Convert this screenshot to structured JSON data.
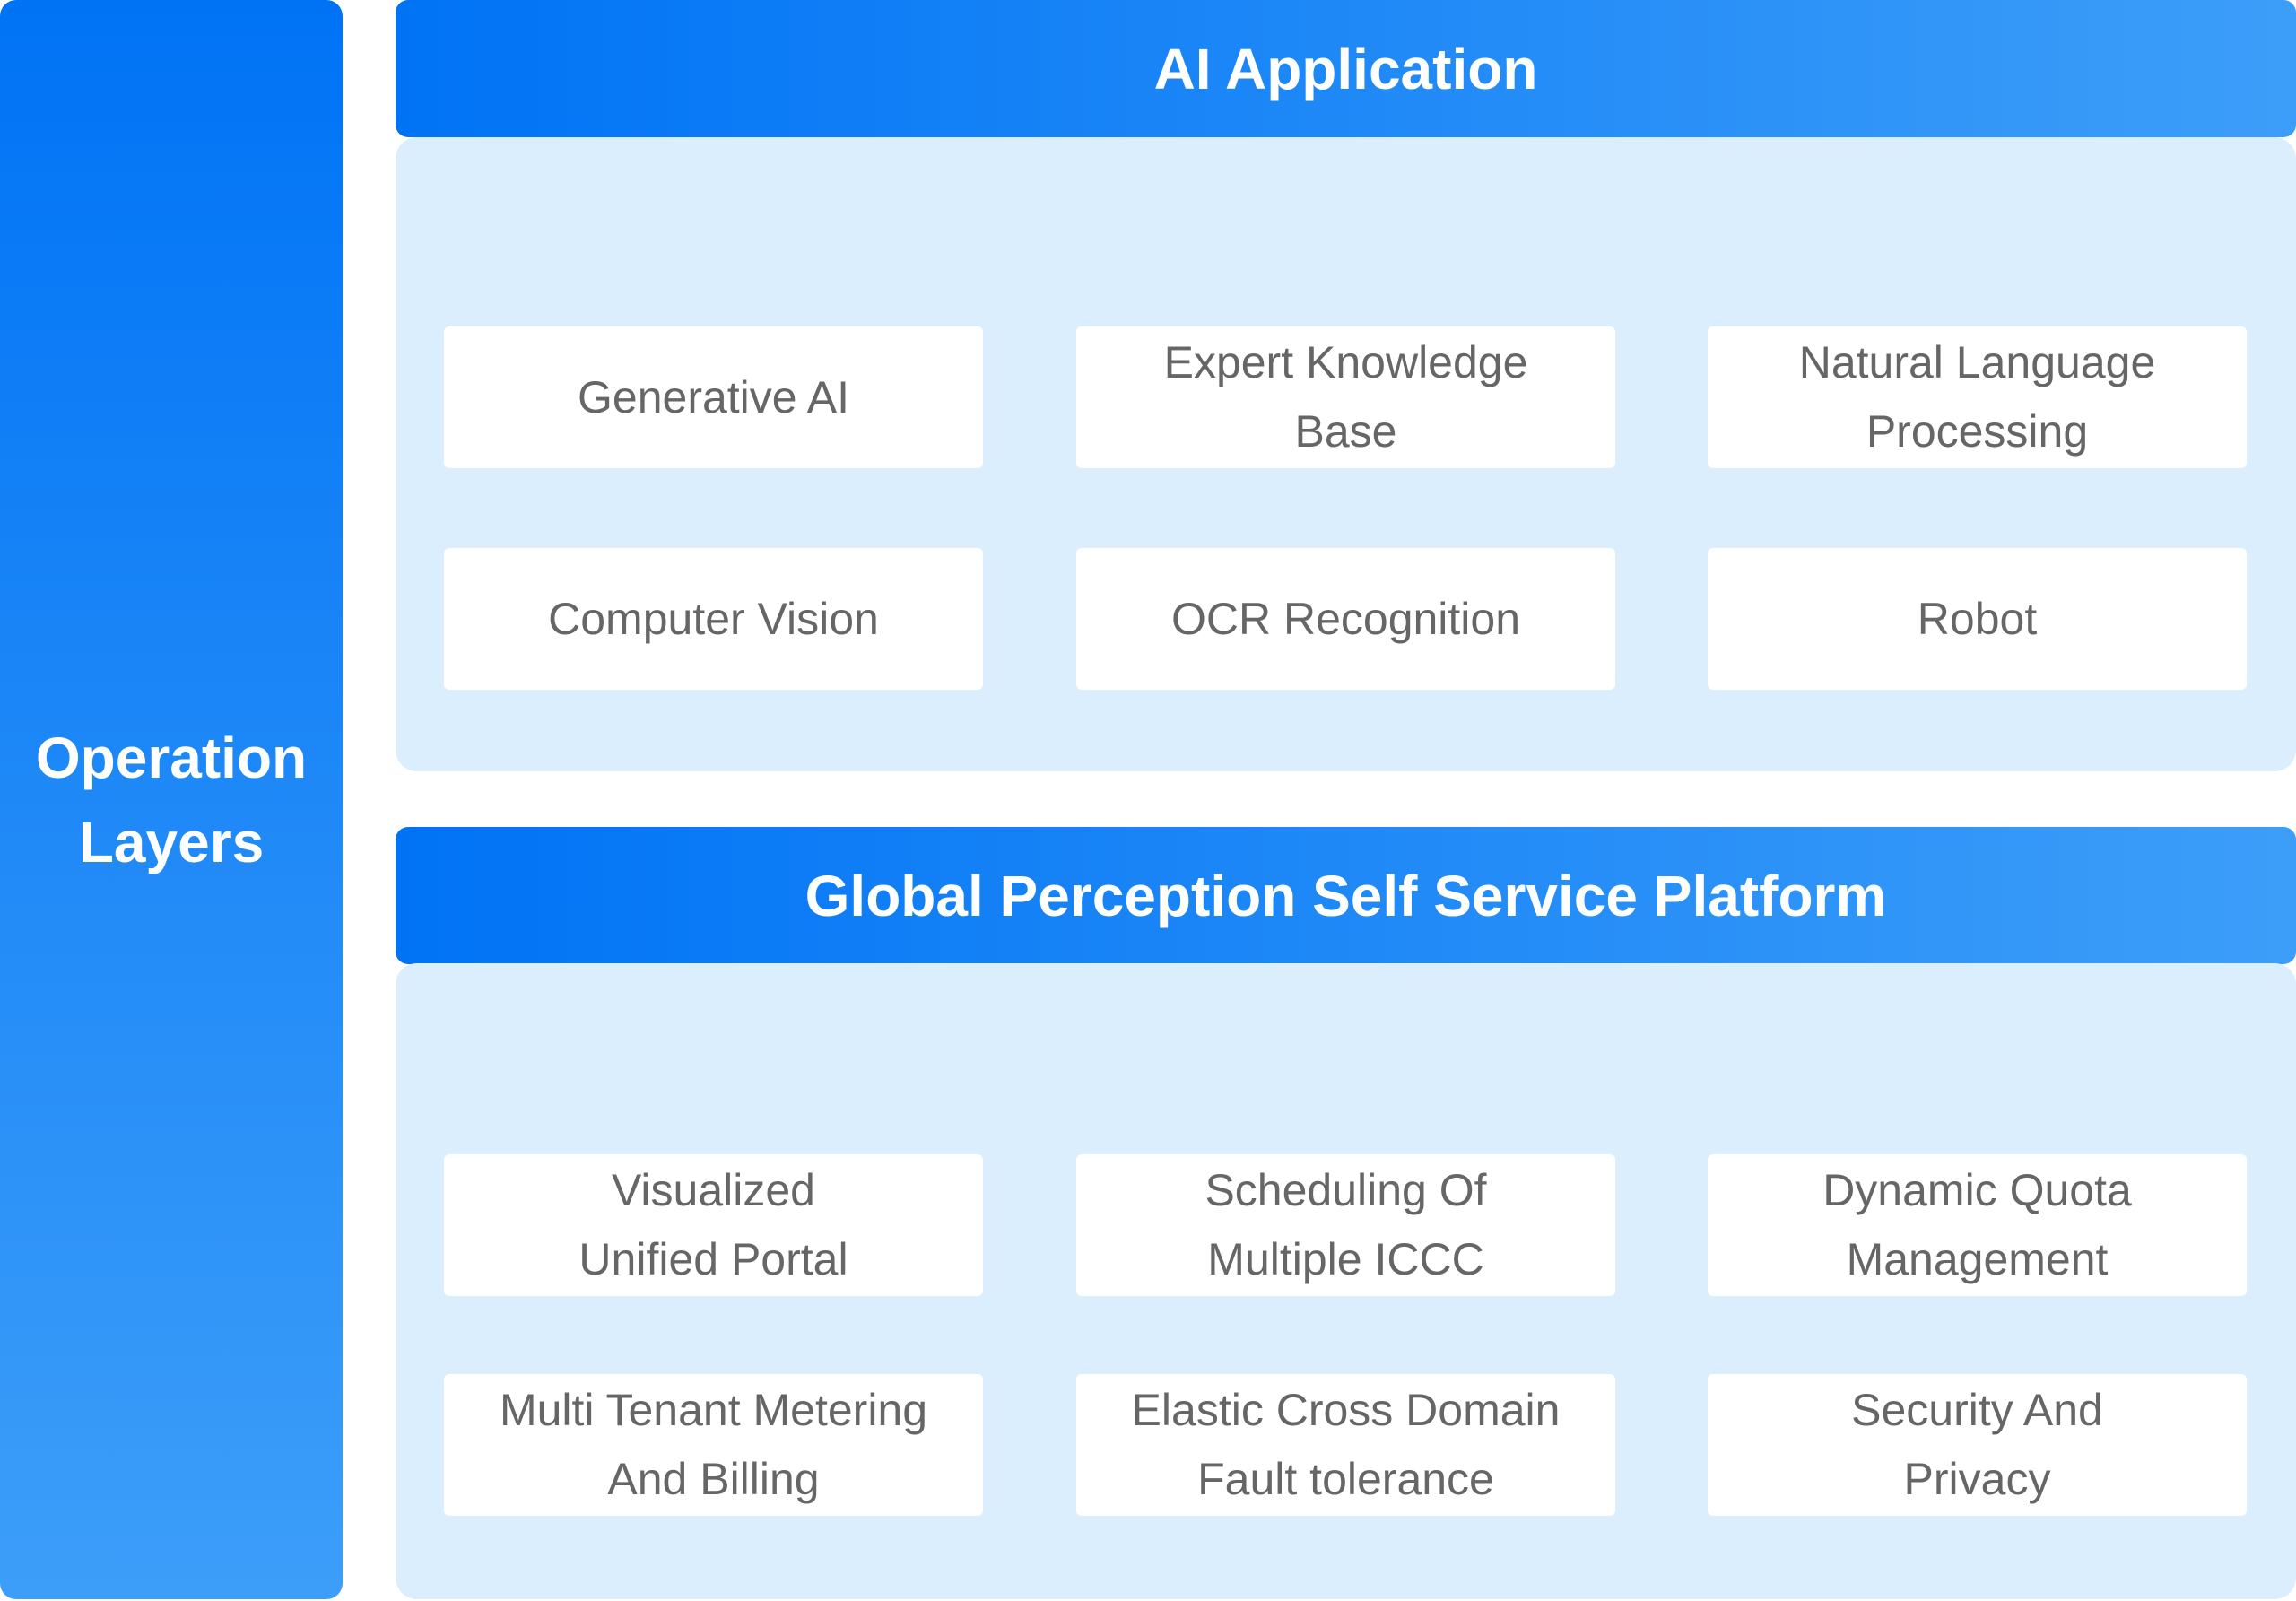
{
  "side_label": "Operation\nLayers",
  "sections": [
    {
      "title": "AI Application",
      "items": [
        "Generative AI",
        "Expert Knowledge\nBase",
        "Natural Language\nProcessing",
        "Computer Vision",
        "OCR Recognition",
        "Robot"
      ]
    },
    {
      "title": "Global Perception Self Service Platform",
      "items": [
        "Visualized\nUnified Portal",
        "Scheduling Of\nMultiple ICCC",
        "Dynamic Quota\nManagement",
        "Multi Tenant Metering\nAnd Billing",
        "Elastic Cross Domain\nFault tolerance",
        "Security And\nPrivacy"
      ]
    }
  ],
  "colors": {
    "accent_start": "#0073f5",
    "accent_end": "#3d9ef9",
    "panel": "#dbeefe",
    "text": "#666666"
  }
}
